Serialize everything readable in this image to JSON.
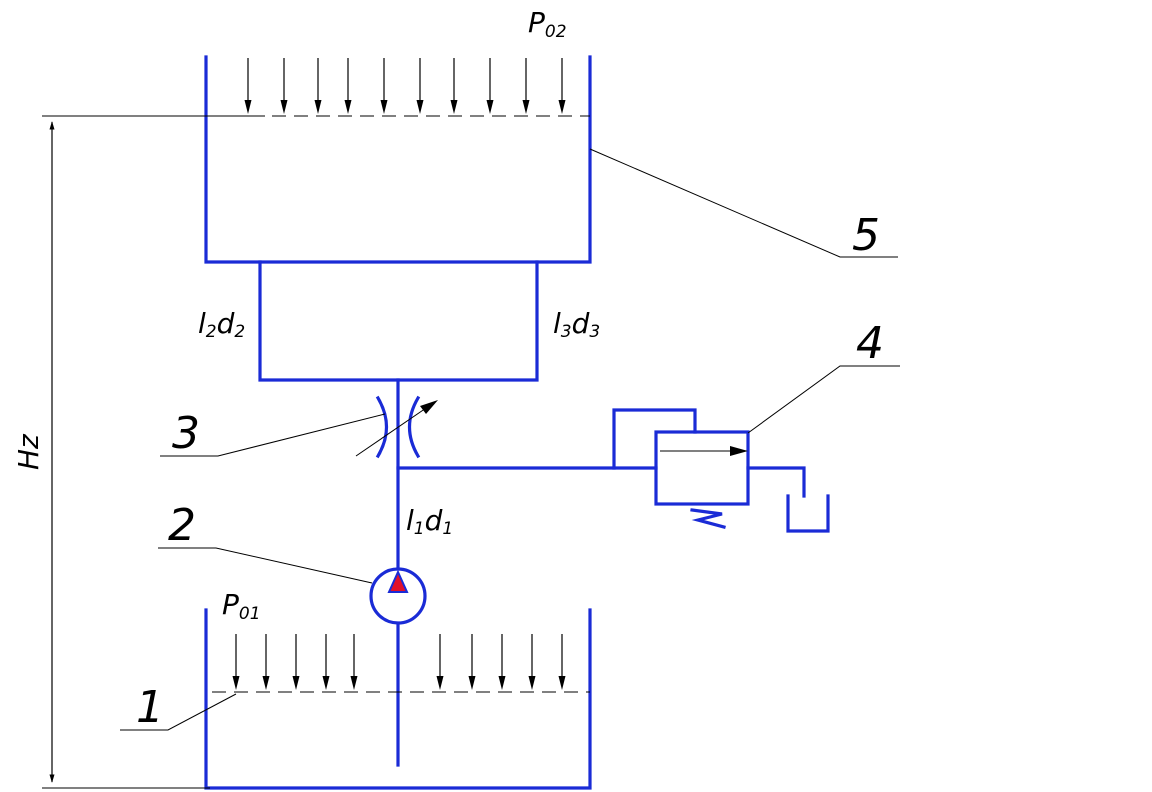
{
  "colors": {
    "pipe": "#1a2bd6",
    "ink": "#000000",
    "pump_marker": "#e0102a"
  },
  "labels": {
    "p02": {
      "main": "P",
      "sub": "02"
    },
    "p01": {
      "main": "P",
      "sub": "01"
    },
    "hz": "Hz",
    "l2d2": {
      "a": "l",
      "a_sub": "2",
      "b": "d",
      "b_sub": "2"
    },
    "l3d3": {
      "a": "l",
      "a_sub": "3",
      "b": "d",
      "b_sub": "3"
    },
    "l1d1": {
      "a": "l",
      "a_sub": "1",
      "b": "d",
      "b_sub": "1"
    }
  },
  "callouts": {
    "c1": "1",
    "c2": "2",
    "c3": "3",
    "c4": "4",
    "c5": "5"
  }
}
